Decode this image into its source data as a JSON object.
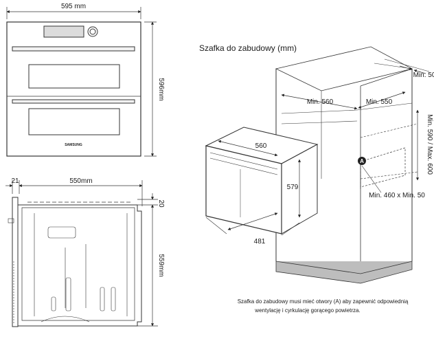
{
  "front_view": {
    "width_label": "595 mm",
    "height_label": "596mm",
    "brand": "SAMSUNG"
  },
  "side_view": {
    "door_label": "21",
    "depth_label": "550mm",
    "top_label": "20",
    "height_label": "559mm"
  },
  "cabinet": {
    "title": "Szafka do zabudowy (mm)",
    "min_50": "Min. 50",
    "min_560": "Min. 560",
    "min_550": "Min. 550",
    "height_range": "Min. 590 / Max. 600",
    "oven_width": "560",
    "oven_height": "579",
    "oven_depth": "481",
    "marker": "A",
    "opening": "Min. 460 x Min. 50"
  },
  "caption": {
    "line1": "Szafka do zabudowy musi mieć otwory (A) aby zapewnić odpowiednią",
    "line2": "wentylację i cyrkulację gorącego powietrza."
  }
}
